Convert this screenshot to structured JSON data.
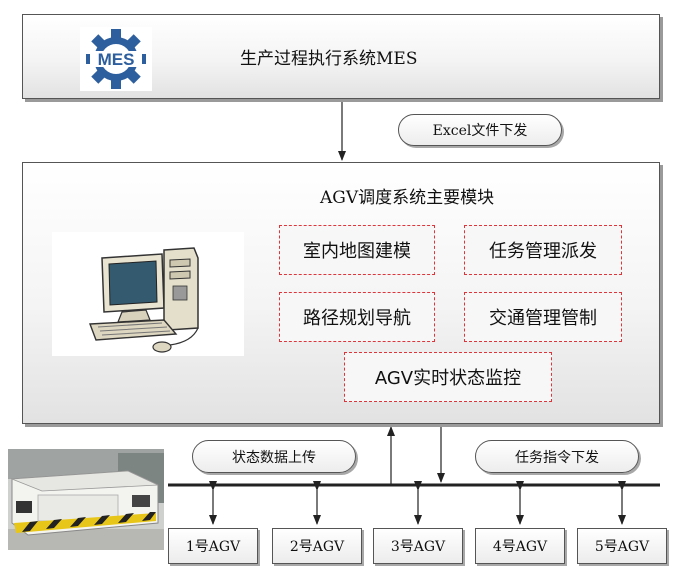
{
  "mes": {
    "title": "生产过程执行系统MES",
    "logo_text": "MES"
  },
  "flows": {
    "excel_label": "Excel文件下发",
    "status_label": "状态数据上传",
    "task_label": "任务指令下发"
  },
  "agv_system": {
    "title": "AGV调度系统主要模块",
    "modules": [
      "室内地图建模",
      "任务管理派发",
      "路径规划导航",
      "交通管理管制",
      "AGV实时状态监控"
    ]
  },
  "vehicles": [
    "1号AGV",
    "2号AGV",
    "3号AGV",
    "4号AGV",
    "5号AGV"
  ],
  "colors": {
    "module_border": "#e0343b",
    "logo_blue": "#2d5e9e"
  }
}
